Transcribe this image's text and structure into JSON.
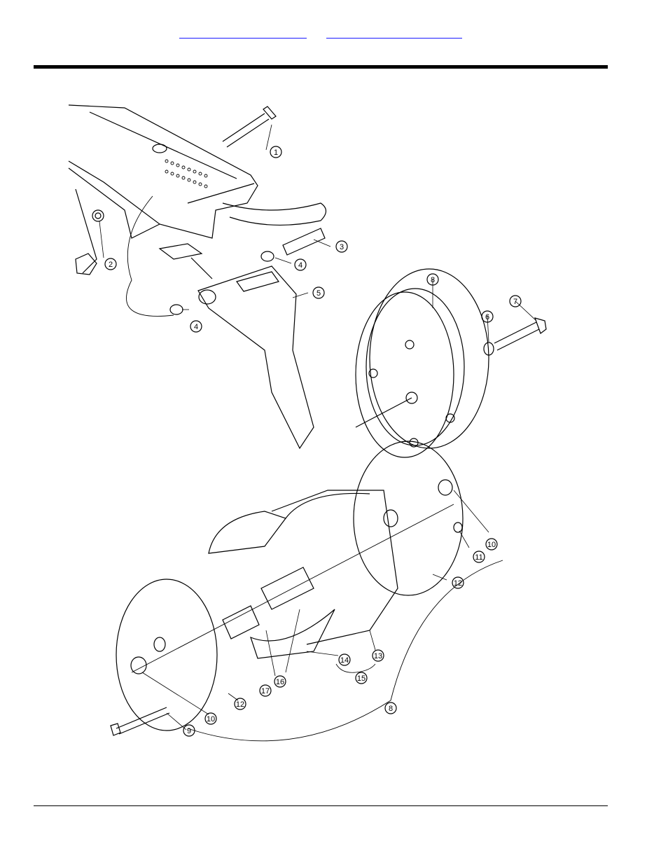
{
  "header": {
    "links": [
      {
        "label": ""
      },
      {
        "label": ""
      }
    ]
  },
  "callouts": [
    {
      "id": "c1",
      "label": "1"
    },
    {
      "id": "c2",
      "label": "2"
    },
    {
      "id": "c3",
      "label": "3"
    },
    {
      "id": "c4a",
      "label": "4"
    },
    {
      "id": "c4b",
      "label": "4"
    },
    {
      "id": "c5",
      "label": "5"
    },
    {
      "id": "c6",
      "label": "6"
    },
    {
      "id": "c7",
      "label": "7"
    },
    {
      "id": "c8a",
      "label": "8"
    },
    {
      "id": "c8b",
      "label": "8"
    },
    {
      "id": "c9",
      "label": "9"
    },
    {
      "id": "c10a",
      "label": "10"
    },
    {
      "id": "c10b",
      "label": "10"
    },
    {
      "id": "c11",
      "label": "11"
    },
    {
      "id": "c12a",
      "label": "12"
    },
    {
      "id": "c12b",
      "label": "12"
    },
    {
      "id": "c13",
      "label": "13"
    },
    {
      "id": "c14",
      "label": "14"
    },
    {
      "id": "c15",
      "label": "15"
    },
    {
      "id": "c16",
      "label": "16"
    },
    {
      "id": "c17",
      "label": "17"
    }
  ]
}
